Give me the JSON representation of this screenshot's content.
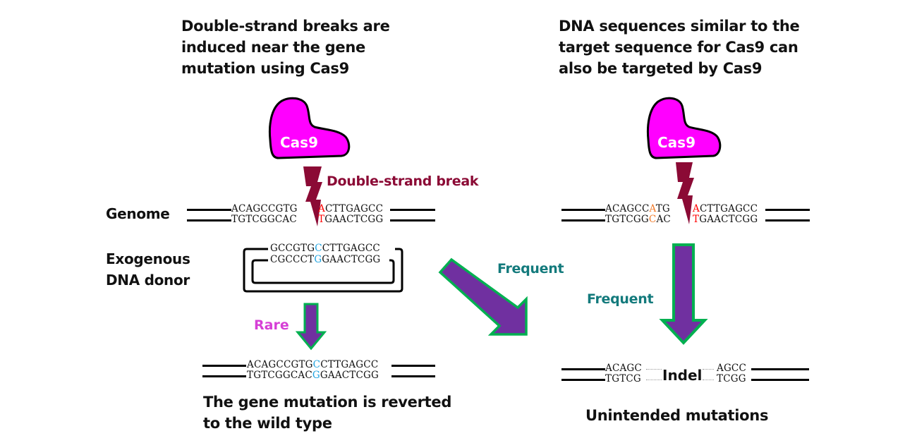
{
  "left_panel": {
    "heading": "Double-strand breaks are\ninduced near the gene\nmutation using Cas9",
    "cas9_label": "Cas9",
    "dsb_label": "Double-strand break",
    "genome_label": "Genome",
    "genome": {
      "top_left": "ACAGCCGTG",
      "top_cut_base": "A",
      "top_right": "CTTGAGCC",
      "bottom_left": "TGTCGGCAC",
      "bottom_cut_base": "T",
      "bottom_right": "GAACTCGG"
    },
    "donor_label": "Exogenous\nDNA donor",
    "donor": {
      "top_left": "GCCGTG",
      "top_mark": "C",
      "top_right": "CTTGAGCC",
      "bottom_left": "CGCCCT",
      "bottom_mark": "G",
      "bottom_right": "GAACTCGG"
    },
    "rare_label": "Rare",
    "result": {
      "top_left": "ACAGCCGTG",
      "top_mark": "C",
      "top_right": "CTTGAGCC",
      "bottom_left": "TGTCGGCAC",
      "bottom_mark": "G",
      "bottom_right": "GAACTCGG"
    },
    "result_caption": "The gene mutation is reverted\nto the wild type"
  },
  "middle": {
    "frequent_label": "Frequent"
  },
  "right_panel": {
    "heading": "DNA sequences similar to the\ntarget sequence for Cas9 can\nalso be targeted by Cas9",
    "cas9_label": "Cas9",
    "genome": {
      "top_a": "ACAGCC",
      "top_mismatch": "A",
      "top_b": "TG",
      "top_cut_base": "A",
      "top_right": "CTTGAGCC",
      "bottom_a": "TGTCGG",
      "bottom_mismatch": "C",
      "bottom_b": "AC",
      "bottom_cut_base": "T",
      "bottom_right": "GAACTCGG"
    },
    "frequent_label": "Frequent",
    "indel": {
      "top_left": "ACAGC",
      "bottom_left": "TGTCG",
      "label": "Indel",
      "top_right": "AGCC",
      "bottom_right": "TCGG"
    },
    "result_caption": "Unintended mutations"
  },
  "colors": {
    "cas9_fill": "#ff00ff",
    "dsb": "#8b0a35",
    "cut_base": "#ff0000",
    "wild_type_base": "#1fa3e0",
    "mismatch_base": "#f07a2a",
    "arrow_fill": "#7030a0",
    "arrow_stroke": "#00b050",
    "frequent_text": "#137a7c",
    "rare_text": "#d63fd6"
  }
}
